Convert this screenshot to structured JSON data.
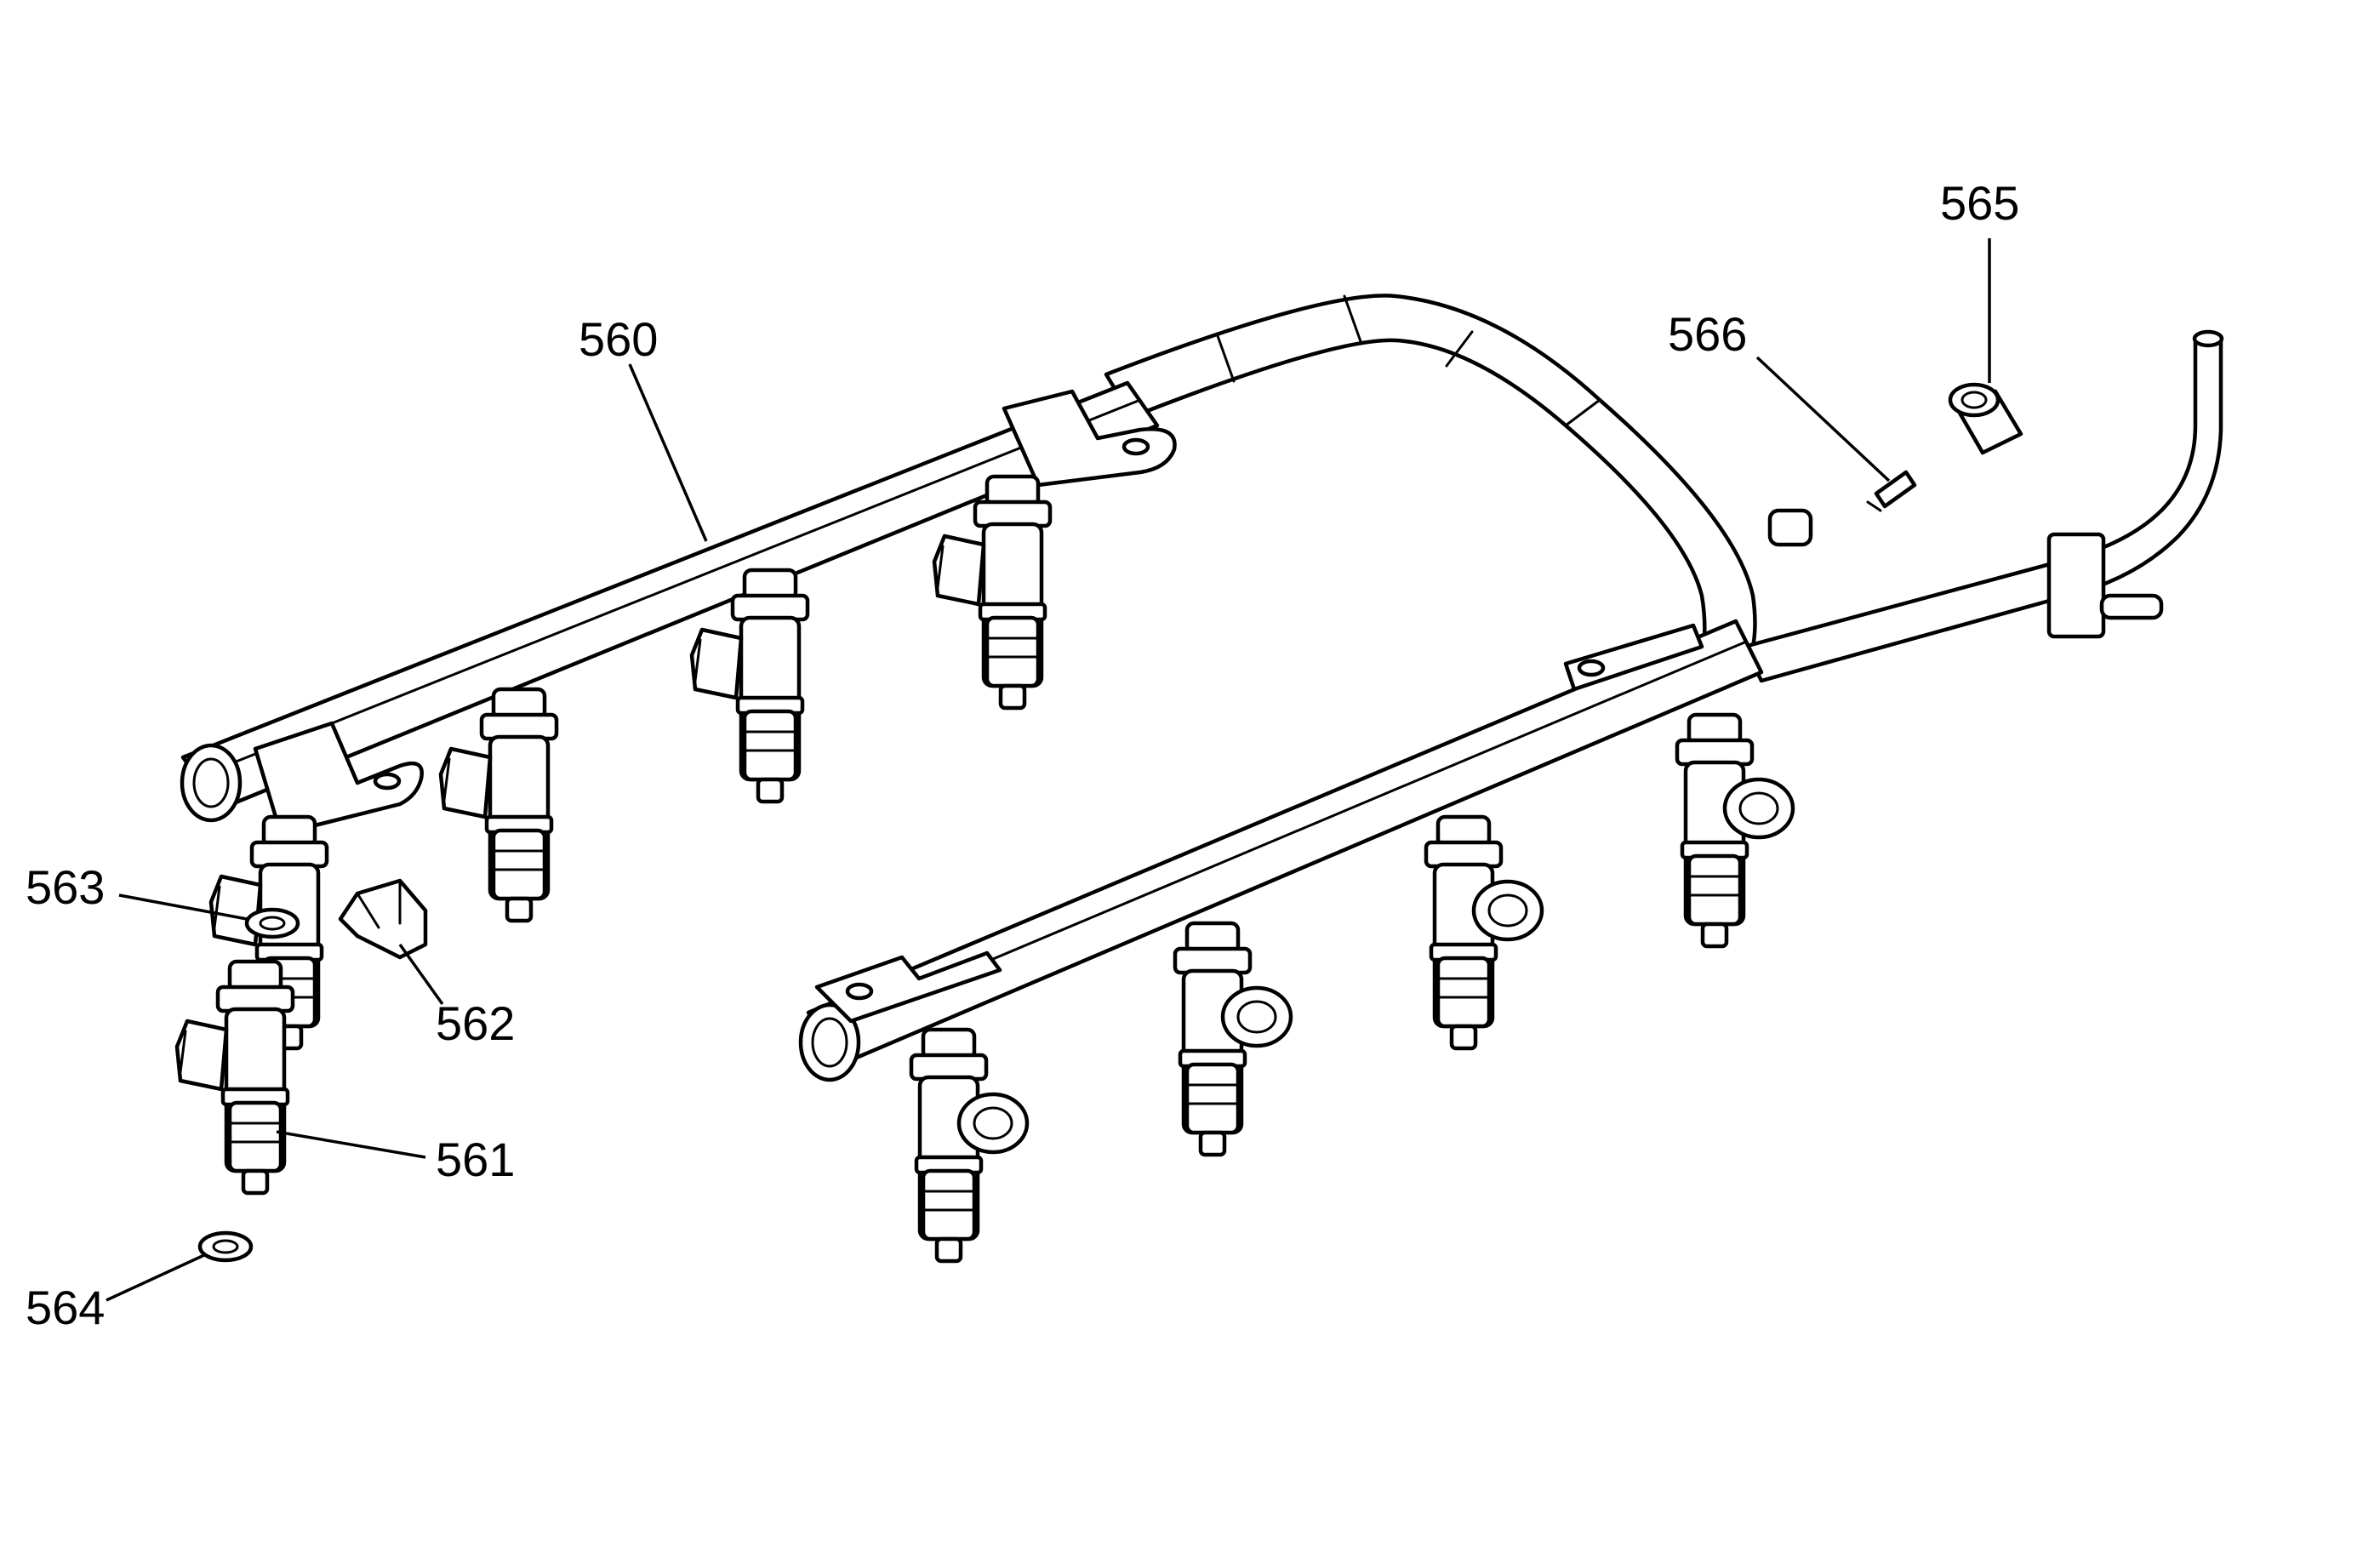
{
  "callouts": {
    "fuel_rail": "560",
    "injector": "561",
    "retainer_clip": "562",
    "upper_o_ring": "563",
    "lower_o_ring": "564",
    "valve_cap": "565",
    "schrader_valve": "566"
  },
  "colors": {
    "line": "#000000",
    "background": "#ffffff"
  }
}
